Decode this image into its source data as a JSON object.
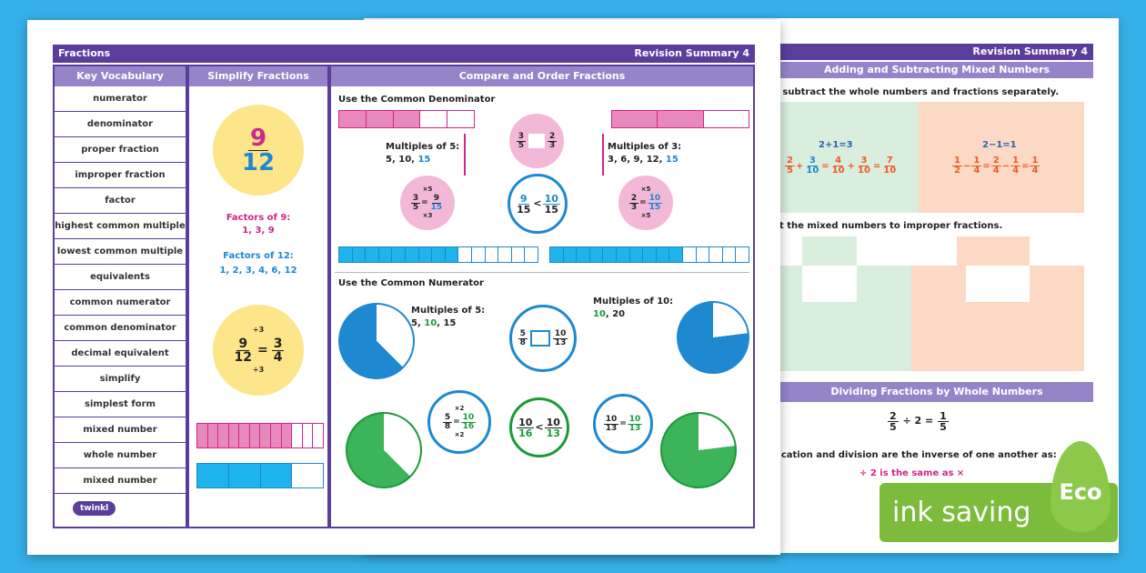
{
  "front": {
    "header_title": "Fractions",
    "header_right": "Revision Summary 4",
    "vocab": {
      "heading": "Key Vocabulary",
      "items": [
        "numerator",
        "denominator",
        "proper fraction",
        "improper fraction",
        "factor",
        "highest common multiple",
        "lowest common multiple",
        "equivalents",
        "common numerator",
        "common denominator",
        "decimal equivalent",
        "simplify",
        "simplest form",
        "mixed number",
        "whole number",
        "mixed number"
      ]
    },
    "logo_text": "twinkl",
    "simplify": {
      "heading": "Simplify Fractions",
      "big_num": "9",
      "big_den": "12",
      "factors9_title": "Factors of 9:",
      "factors9": "1, 3, 9",
      "factors12_title": "Factors of 12:",
      "factors12": "1, 2, 3, 4, 6, 12",
      "eq": {
        "n1": "9",
        "d1": "12",
        "n2": "3",
        "d2": "4",
        "op": "÷3",
        "eq": "="
      }
    },
    "compare": {
      "heading": "Compare and Order Fractions",
      "cd_title": "Use the Common Denominator",
      "m5_title": "Multiples of 5:",
      "m5": "5, 10, ",
      "m5_hl": "15",
      "m3_title": "Multiples of 3:",
      "m3": "3, 6, 9, 12, ",
      "m3_hl": "15",
      "box_l": {
        "n": "3",
        "d": "5"
      },
      "box_r": {
        "n": "2",
        "d": "3"
      },
      "left_pink": {
        "op": "×3",
        "n1": "3",
        "d1": "5",
        "n2": "9",
        "d2": "15"
      },
      "mid": {
        "n1": "9",
        "d1": "15",
        "n2": "10",
        "d2": "15",
        "cmp": "<"
      },
      "right_pink": {
        "op": "×5",
        "n1": "2",
        "d1": "3",
        "n2": "10",
        "d2": "15"
      },
      "cn_title": "Use the Common Numerator",
      "m5b_title": "Multiples of 5:",
      "m5b_a": "5, ",
      "m5b_hl": "10",
      "m5b_b": ", 15",
      "m10_title": "Multiples of 10:",
      "m10_hl": "10",
      "m10_b": ", 20",
      "cn_box_l": {
        "n": "5",
        "d": "8"
      },
      "cn_box_r": {
        "n": "10",
        "d": "13"
      },
      "g1": {
        "op": "×2",
        "n1": "5",
        "d1": "8",
        "n2": "10",
        "d2": "16"
      },
      "g2": {
        "n1": "10",
        "d1": "16",
        "n2": "10",
        "d2": "13",
        "cmp": "<"
      },
      "g3": {
        "n1": "10",
        "d1": "13",
        "n2": "10",
        "d2": "13",
        "eq": "="
      }
    }
  },
  "back": {
    "header_right": "Revision Summary 4",
    "add_heading": "Adding and Subtracting Mixed Numbers",
    "step1": "r subtract the whole numbers and fractions separately.",
    "step2": "rt the mixed numbers to improper fractions.",
    "green_lines": [
      "2+1=3"
    ],
    "orange_lines": [
      "2−1=1"
    ],
    "div_heading": "Dividing Fractions by Whole Numbers",
    "div_eq": "÷ 2 =",
    "inverse": "lication and division are the inverse of one another as:",
    "inverse2": "÷ 2 is the same as ×"
  },
  "eco": {
    "label": "ink saving",
    "badge": "Eco"
  },
  "colors": {
    "purple": "#5b3e9c",
    "lilac": "#9585c8",
    "magenta": "#d1258a",
    "blue": "#1e88d1",
    "green": "#1a9a3a",
    "orange": "#f05a24",
    "yellow": "#fde58a"
  }
}
